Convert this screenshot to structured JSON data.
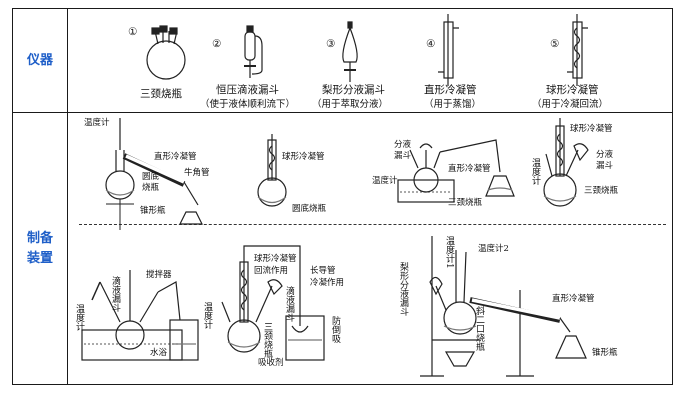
{
  "rows": {
    "instruments": "仪器",
    "setup_line1": "制备",
    "setup_line2": "装置"
  },
  "instruments": [
    {
      "num": "①",
      "name": "三颈烧瓶",
      "note": ""
    },
    {
      "num": "②",
      "name": "恒压滴液漏斗",
      "note": "（使于液体顺利流下）"
    },
    {
      "num": "③",
      "name": "梨形分液漏斗",
      "note": "（用于萃取分液）"
    },
    {
      "num": "④",
      "name": "直形冷凝管",
      "note": "（用于蒸馏）"
    },
    {
      "num": "⑤",
      "name": "球形冷凝管",
      "note": "（用于冷凝回流）"
    }
  ],
  "setup1": {
    "thermometer": "温度计",
    "condenser": "直形冷凝管",
    "adapter": "牛角管",
    "flask": "圆底\n烧瓶",
    "conical": "锥形瓶"
  },
  "setup2": {
    "condenser": "球形冷凝管",
    "flask": "圆底烧瓶"
  },
  "setup3": {
    "funnel": "分液\n漏斗",
    "thermometer": "温度计",
    "condenser": "直形冷凝管",
    "flask": "三颈烧瓶"
  },
  "setup4": {
    "condenser": "球形冷凝管",
    "funnel": "分液\n漏斗",
    "thermometer": "温度计",
    "flask": "三颈烧瓶"
  },
  "setup5": {
    "stirrer": "搅拌器",
    "funnel": "滴液漏斗",
    "thermometer": "温度计",
    "bath": "水浴"
  },
  "setup6": {
    "condenser": "球形冷凝管",
    "reflux": "回流作用",
    "tube": "长导管",
    "cooling": "冷凝作用",
    "thermometer": "温度计",
    "funnel": "滴液漏斗",
    "flask": "三颈烧瓶",
    "anti": "防倒吸",
    "absorber": "吸收剂"
  },
  "setup7": {
    "thermometer1": "温度计1",
    "thermometer2": "温度计2",
    "funnel": "梨形分液漏斗",
    "flask": "斜二口烧瓶",
    "condenser": "直形冷凝管",
    "conical": "锥形瓶"
  }
}
